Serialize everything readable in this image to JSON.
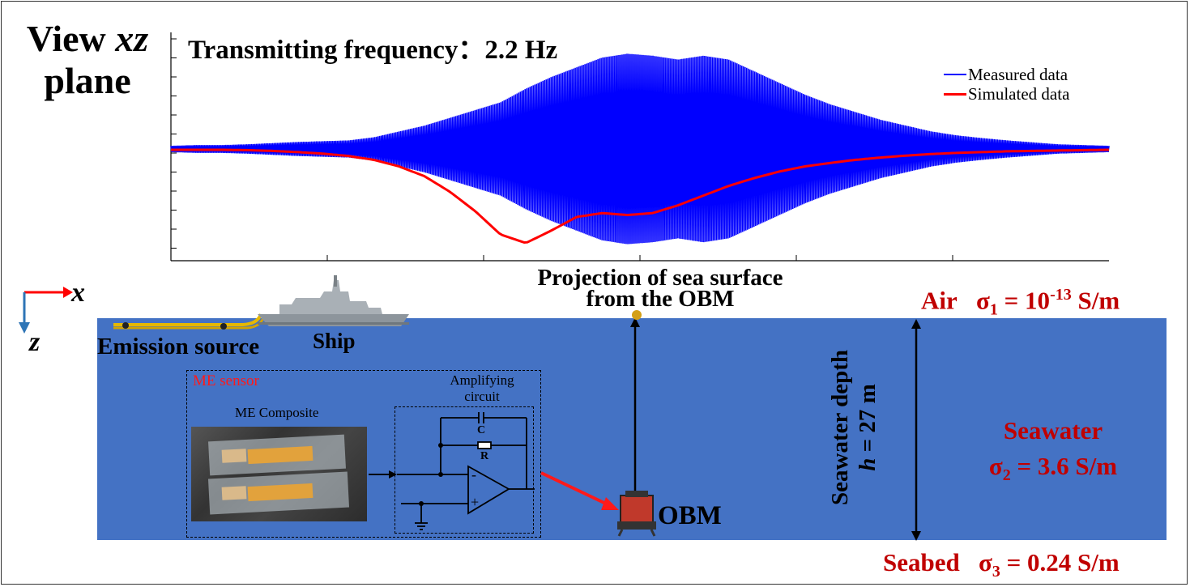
{
  "view_title": {
    "line1_prefix": "View ",
    "line1_italic": "xz",
    "line2": "plane"
  },
  "frequency_label": "Transmitting frequency：2.2 Hz",
  "chart_data": {
    "type": "line",
    "title": "Transmitting frequency：2.2 Hz",
    "xlabel": "",
    "ylabel": "",
    "legend_position": "top-right",
    "series": [
      {
        "name": "Measured data",
        "color": "#0000ff",
        "envelope": [
          0.08,
          0.1,
          0.1,
          0.12,
          0.15,
          0.18,
          0.2,
          0.22,
          0.3,
          0.45,
          0.6,
          0.8,
          1.0,
          1.2,
          1.55,
          1.85,
          2.1,
          2.35,
          2.45,
          2.4,
          2.3,
          2.4,
          2.3,
          2.0,
          1.7,
          1.4,
          1.15,
          0.95,
          0.75,
          0.6,
          0.45,
          0.35,
          0.28,
          0.22,
          0.17,
          0.12,
          0.1,
          0.08
        ]
      },
      {
        "name": "Simulated data",
        "color": "#ff0000",
        "values": [
          0.02,
          0.02,
          0.02,
          0.03,
          0.05,
          0.08,
          0.12,
          0.18,
          0.28,
          0.45,
          0.7,
          1.1,
          1.6,
          2.2,
          2.42,
          2.1,
          1.75,
          1.65,
          1.7,
          1.65,
          1.45,
          1.2,
          0.95,
          0.75,
          0.58,
          0.45,
          0.36,
          0.28,
          0.22,
          0.17,
          0.13,
          0.1,
          0.08,
          0.06,
          0.05,
          0.04,
          0.03,
          0.02
        ]
      }
    ]
  },
  "diagram": {
    "projection_label": {
      "line1": "Projection of sea surface",
      "line2": "from the OBM"
    },
    "air": {
      "label": "Air",
      "sigma": "σ",
      "sub": "1",
      "eq": " = 10",
      "exp": "-13",
      "unit": " S/m"
    },
    "seawater": {
      "label": "Seawater",
      "sigma": "σ",
      "sub": "2",
      "value": " = 3.6 S/m"
    },
    "seabed": {
      "label": "Seabed",
      "sigma": "σ",
      "sub": "3",
      "value": " = 0.24 S/m"
    },
    "depth": {
      "line1": "Seawater depth",
      "var": "h",
      "line2": " = 27 m"
    },
    "emission_label": "Emission source",
    "ship_label": "Ship",
    "axis_x": "x",
    "axis_z": "z",
    "sensor": {
      "label": "ME sensor",
      "composite_label": "ME Composite",
      "amp_line1": "Amplifying",
      "amp_line2": "circuit",
      "cap": "C",
      "res": "R",
      "minus": "-",
      "plus": "+"
    },
    "obm_label": "OBM"
  },
  "colors": {
    "ocean": "#4472c4",
    "accent_red": "#c00000",
    "measured": "#0000ff",
    "simulated": "#ff0000"
  }
}
